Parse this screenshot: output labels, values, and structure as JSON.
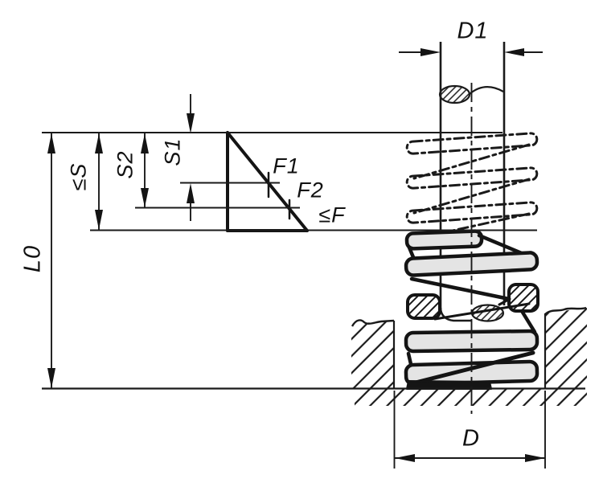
{
  "diagram": {
    "kind": "technical-drawing",
    "description": "Die spring in guided bore: force-deflection triangle and sectioned spring view",
    "labels": {
      "d1": "D1",
      "d": "D",
      "l0": "L0",
      "s_max": "≤S",
      "s2": "S2",
      "s1": "S1",
      "f1": "F1",
      "f2": "F2",
      "f_max": "≤F"
    },
    "colors": {
      "line": "#1a1a1a",
      "coil_fill": "#e4e4e4",
      "background": "#ffffff"
    }
  }
}
